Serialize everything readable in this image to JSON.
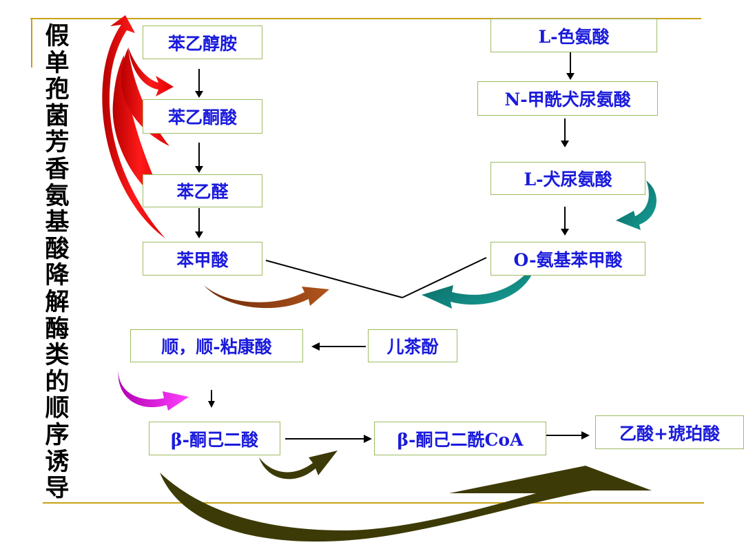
{
  "title": "假单孢菌芳香氨基酸降解酶类的顺序诱导",
  "nodes": {
    "phenylethanolamine": "苯乙醇胺",
    "phenylglyoxylic": "苯乙酮酸",
    "phenylacetaldehyde": "苯乙醛",
    "benzoic": "苯甲酸",
    "tryptophan": "L-色氨酸",
    "formylkynurenine": "N-甲酰犬尿氨酸",
    "kynurenine": "L-犬尿氨酸",
    "anthranilic": "O-氨基苯甲酸",
    "muconic": "顺，顺-粘康酸",
    "catechol": "儿茶酚",
    "ketoadipate": "β-酮己二酸",
    "ketoadipyl_coa": "β-酮己二酰CoA",
    "products": "乙酸+琥珀酸"
  },
  "colors": {
    "box_text": "#1a1adc",
    "box_border": "#9dbb61",
    "rule": "#c8a014",
    "red_arrow": "#e60000",
    "brown_arrow": "#8b3a10",
    "teal_arrow": "#0f7a74",
    "magenta_arrow": "#e61ee6",
    "olive_arrow": "#3c3a06"
  }
}
